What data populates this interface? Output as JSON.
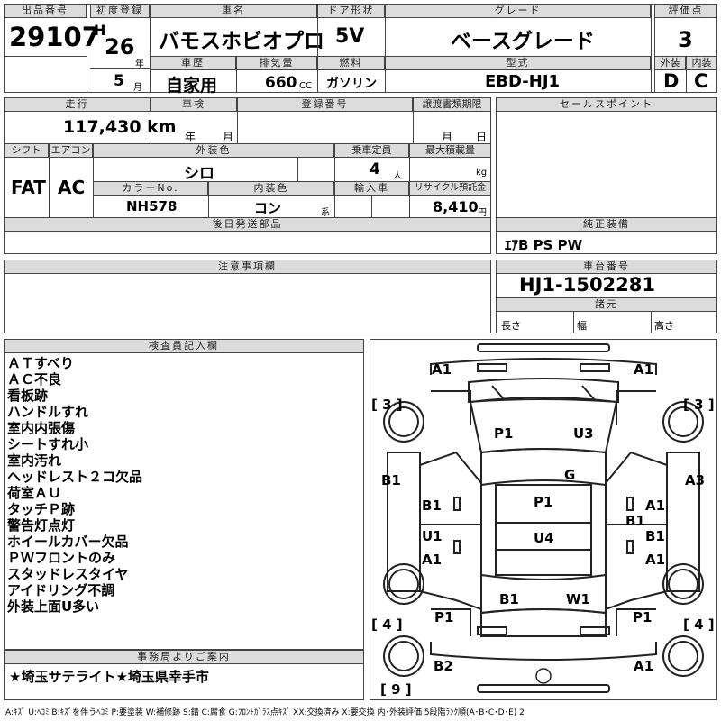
{
  "header": {
    "lot_no_label": "出品番号",
    "lot_no": "29107",
    "first_reg_label": "初度登録",
    "era": "H",
    "reg_year": "26",
    "year_unit": "年",
    "reg_month": "5",
    "month_unit": "月",
    "car_name_label": "車名",
    "car_name": "バモスホビオプロ",
    "door_label": "ドア形状",
    "door": "5V",
    "grade_label": "グレード",
    "grade": "ベースグレード",
    "score_label": "評価点",
    "score": "3",
    "history_label": "車歴",
    "history": "自家用",
    "displacement_label": "排気量",
    "displacement": "660",
    "cc_unit": "CC",
    "fuel_label": "燃料",
    "fuel": "ガソリン",
    "model_label": "型式",
    "model": "EBD-HJ1",
    "exterior_label": "外装",
    "exterior": "D",
    "interior_label": "内装",
    "interior": "C"
  },
  "row2": {
    "mileage_label": "走行",
    "mileage": "117,430 km",
    "inspection_label": "車検",
    "year_unit": "年",
    "month_unit": "月",
    "reg_no_label": "登録番号",
    "transfer_label": "譲渡書類期限",
    "t_month": "月",
    "t_day": "日",
    "sales_label": "セールスポイント",
    "shift_label": "シフト",
    "shift": "FAT",
    "ac_label": "エアコン",
    "ac": "AC",
    "color_label": "外装色",
    "color": "シロ",
    "capacity_label": "乗車定員",
    "capacity": "4",
    "person_unit": "人",
    "load_label": "最大積載量",
    "kg_unit": "kg",
    "color_no_label": "カラーNo.",
    "color_no": "NH578",
    "int_color_label": "内装色",
    "int_color": "コン",
    "int_unit": "系",
    "import_label": "輸入車",
    "recycle_label": "リサイクル預託金",
    "recycle": "8,410",
    "yen_unit": "円",
    "later_label": "後日発送部品",
    "equip_label": "純正装備",
    "equip": "ｴｱB PS PW"
  },
  "caution": {
    "label": "注意事項欄",
    "chassis_label": "車台番号",
    "chassis": "HJ1-1502281",
    "spec_label": "諸元",
    "length": "長さ",
    "width": "幅",
    "height": "高さ"
  },
  "inspector": {
    "label": "検査員記入欄",
    "notes": [
      "ＡＴすべり",
      "ＡＣ不良",
      "看板跡",
      "ハンドルすれ",
      "室内内張傷",
      "シートすれ小",
      "室内汚れ",
      "ヘッドレスト２コ欠品",
      "荷室ＡＵ",
      "タッチＰ跡",
      "警告灯点灯",
      "ホイールカバー欠品",
      "ＰＷフロントのみ",
      "スタッドレスタイヤ",
      "アイドリング不調",
      "外装上面U多い"
    ]
  },
  "office": {
    "label": "事務局よりご案内",
    "message": "★埼玉サテライト★埼玉県幸手市"
  },
  "diagram": {
    "marks": {
      "a1_tl": "A1",
      "a1_tr": "A1",
      "b3_l": "[ 3 ]",
      "b3_r": "[ 3 ]",
      "p1_hood": "P1",
      "u3_hood": "U3",
      "g_glass": "G",
      "b1_l": "B1",
      "a3_r": "A3",
      "b1_door_l": "B1",
      "p1_roof": "P1",
      "a1_door_r": "A1",
      "b1_door_r": "B1",
      "u1_door_l": "U1",
      "u4_roof": "U4",
      "b1_door_r2": "B1",
      "a1_door_l": "A1",
      "a1_door_r2": "A1",
      "b1_rear": "B1",
      "w1_rear": "W1",
      "p1_bl": "P1",
      "p1_br": "P1",
      "b4_l": "[ 4 ]",
      "b4_r": "[ 4 ]",
      "b2_bl": "B2",
      "a1_br": "A1",
      "b9": "[ 9 ]"
    }
  },
  "legend": "A:ｷｽﾞ U:ﾍｺﾐ B:ｷｽﾞを伴うﾍｺﾐ P:要塗装 W:補修跡 S:錆 C:腐食 G:ﾌﾛﾝﾄｶﾞﾗｽ点ｷｽﾞ XX:交換済み X:要交換  内･外装評価 5段階ﾗﾝｸ順(A･B･C･D･E) 2"
}
